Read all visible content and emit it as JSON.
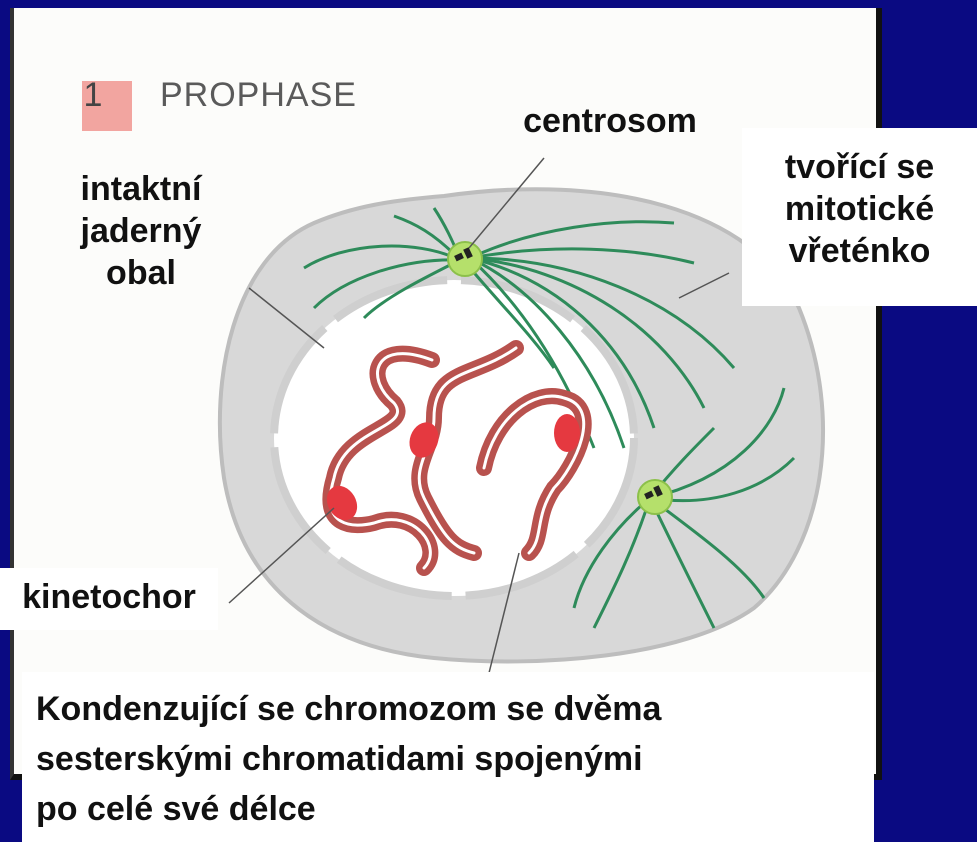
{
  "step": {
    "number": "1",
    "title": "PROPHASE"
  },
  "labels": {
    "centrosom": "centrosom",
    "nuclear_envelope": [
      "intaktní",
      "jaderný",
      "obal"
    ],
    "spindle": [
      "tvořící se",
      "mitotické",
      "vřeténko"
    ],
    "kinetochor": "kinetochor",
    "chromosome": [
      "Kondenzující se chromozom se dvěma",
      "sesterskými chromatidami spojenými",
      "po celé své délce"
    ]
  },
  "colors": {
    "background": "#0a0a82",
    "cell_membrane": "#c8c8c8",
    "nucleus": "#ffffff",
    "microtubule": "#2e8b5a",
    "centrosome": "#b5e06b",
    "chromosome": "#b8524e",
    "kinetochore": "#e53940",
    "step_box": "#f2a5a0"
  }
}
